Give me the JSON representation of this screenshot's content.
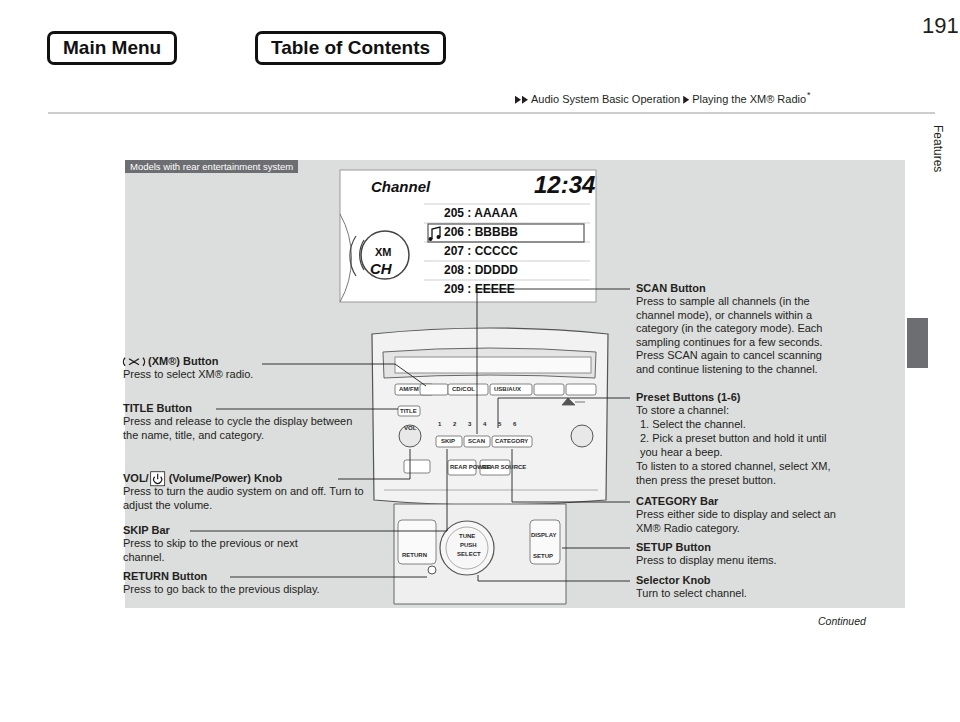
{
  "diagram": {
    "nodes": [
      {
        "text": [
          "Main Menu"
        ]
      },
      {
        "text": [
          "Table of Contents"
        ]
      },
      {
        "text": [
          "Models with rear entertainment system"
        ]
      }
    ],
    "labels": [
      "Audio System Basic Operation",
      "Playing the XM® Radio",
      "*",
      "191",
      "Features",
      "Continued",
      "Channel",
      "12:34",
      "205 : AAAAA",
      "206 : BBBBB",
      "207 : CCCCC",
      "208 : DDDDD",
      "209 : EEEEE",
      "XM",
      "CH",
      "(XM®) Button",
      "Press to select XM® radio.",
      "TITLE Button",
      "Press and release to cycle the display between the name, title, and category.",
      "VOL/",
      "(Volume/Power) Knob",
      "Press to turn the audio system on and off. Turn to adjust the volume.",
      "SKIP Bar",
      "Press to skip to the previous or next channel.",
      "RETURN Button",
      "Press to go back to the previous display.",
      "SCAN Button",
      "Press to sample all channels (in the channel mode), or channels within a category (in the category mode). Each sampling continues for a few seconds. Press SCAN again to cancel scanning and continue listening to the channel.",
      "Preset Buttons (1-6)",
      "To store a channel:",
      "1. Select the channel.",
      "2. Pick a preset button and hold it until you hear a beep.",
      "To listen to a stored channel, select XM, then press the preset button.",
      "CATEGORY Bar",
      "Press either side to display and select an XM® Radio category.",
      "SETUP Button",
      "Press to display menu items.",
      "Selector Knob",
      "Turn to select channel.",
      "AM/FM",
      "CD/COL",
      "USB/AUX",
      "TITLE",
      "SKIP",
      "SCAN",
      "CATEGORY",
      "1",
      "2",
      "3",
      "4",
      "5",
      "6",
      "VOL",
      "TUNE",
      "PUSH",
      "SELECT",
      "RETURN",
      "SETUP",
      "DISPLAY",
      "REAR POWER",
      "REAR SOURCE"
    ]
  }
}
